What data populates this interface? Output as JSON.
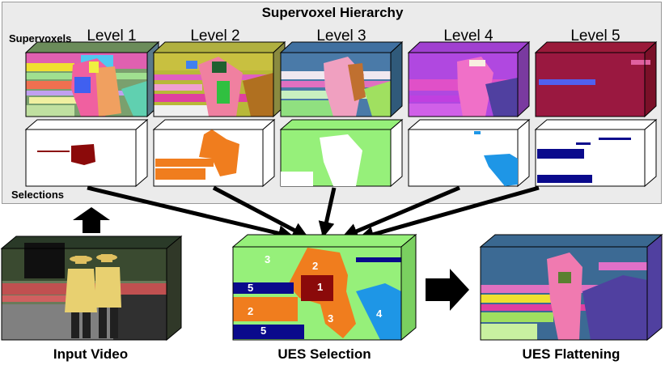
{
  "hierarchy": {
    "title": "Supervoxel Hierarchy",
    "row_supervoxels": "Supervoxels",
    "row_selections": "Selections",
    "levels": [
      "Level 1",
      "Level 2",
      "Level 3",
      "Level 4",
      "Level 5"
    ]
  },
  "bottom": {
    "input_caption": "Input Video",
    "ues_selection_caption": "UES Selection",
    "ues_flattening_caption": "UES Flattening",
    "region_labels": [
      "3",
      "2",
      "1",
      "5",
      "2",
      "3",
      "4",
      "5"
    ]
  },
  "colors": {
    "panel_bg": "#ebebeb",
    "arrow": "#000000",
    "level1_selection": "#8b0a0a",
    "level2_selection": "#f07d1e",
    "level3_selection": "#96f07a",
    "level4_selection": "#1e96e6",
    "level5_selection": "#0a0a8c"
  }
}
